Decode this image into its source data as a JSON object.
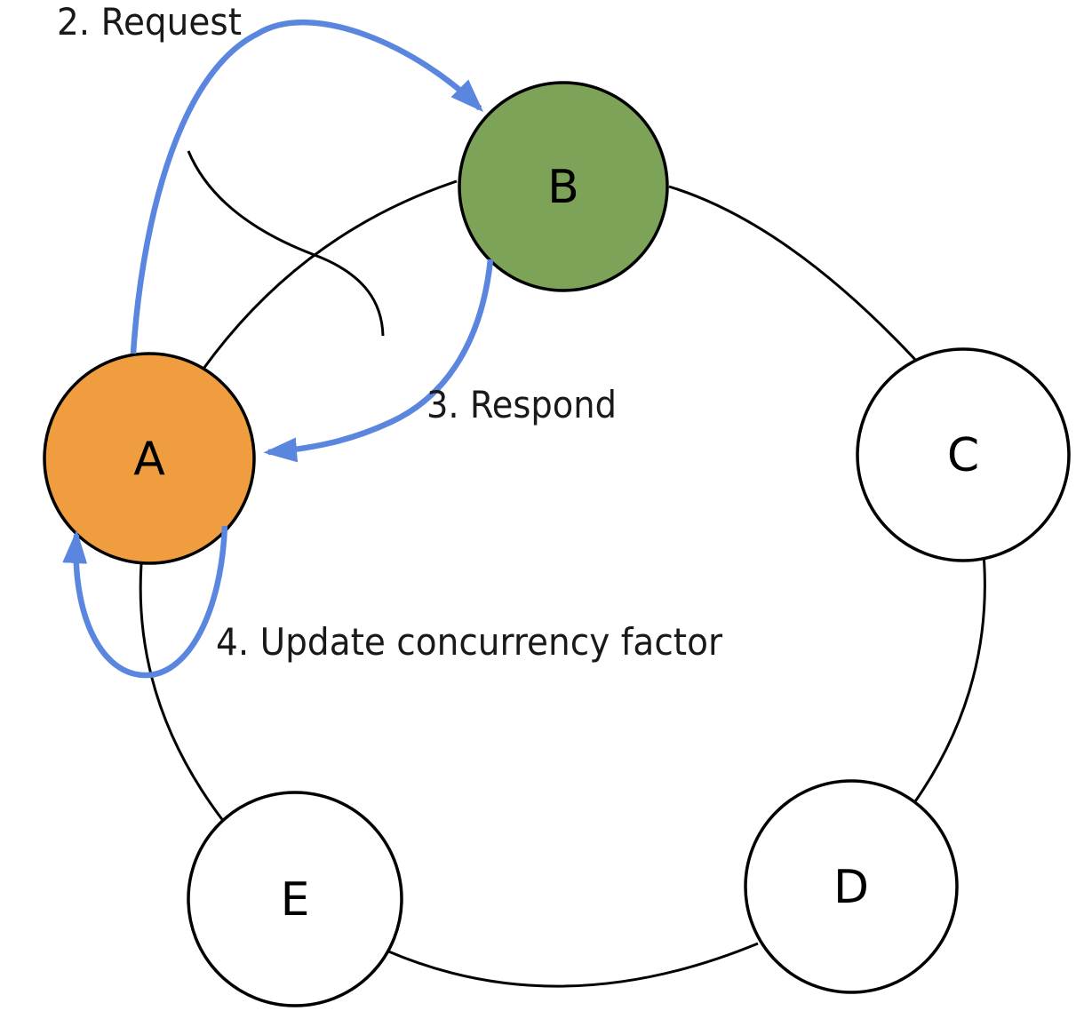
{
  "diagram": {
    "nodes": [
      {
        "id": "A",
        "label": "A",
        "fill": "#F09D3F"
      },
      {
        "id": "B",
        "label": "B",
        "fill": "#7DA359"
      },
      {
        "id": "C",
        "label": "C",
        "fill": "#FFFFFF"
      },
      {
        "id": "D",
        "label": "D",
        "fill": "#FFFFFF"
      },
      {
        "id": "E",
        "label": "E",
        "fill": "#FFFFFF"
      }
    ],
    "ring_edges": [
      {
        "from": "A",
        "to": "B"
      },
      {
        "from": "B",
        "to": "C"
      },
      {
        "from": "C",
        "to": "D"
      },
      {
        "from": "D",
        "to": "E"
      },
      {
        "from": "E",
        "to": "A"
      }
    ],
    "steps": [
      {
        "label": "2. Request",
        "from": "A",
        "to": "B"
      },
      {
        "label": "3. Respond",
        "from": "B",
        "to": "A"
      },
      {
        "label": "4. Update concurrency factor",
        "from": "A",
        "to": "A"
      }
    ],
    "colors": {
      "arrow_blue": "#5A86DF",
      "edge_black": "#000000",
      "node_border": "#000000",
      "text": "#191919"
    }
  }
}
